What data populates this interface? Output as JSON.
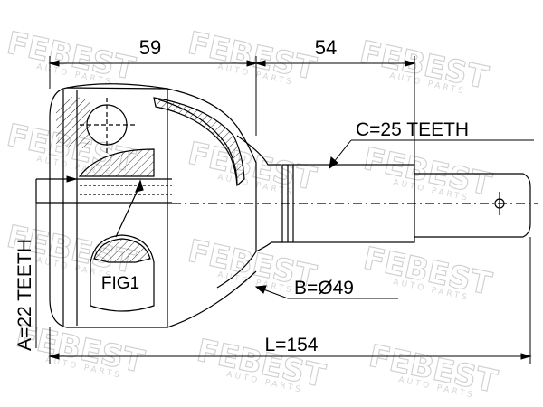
{
  "watermark": {
    "brand": "FEBEST",
    "tagline": "AUTO PARTS"
  },
  "labels": {
    "dim_top_left": "59",
    "dim_top_right": "54",
    "spline_outer": "C=25 TEETH",
    "spline_inner": "A=22 TEETH",
    "diameter": "B=Ø49",
    "length": "L=154",
    "fig": "FIG1"
  },
  "colors": {
    "line": "#000000",
    "watermark": "#cfcfcf",
    "background": "#ffffff"
  }
}
